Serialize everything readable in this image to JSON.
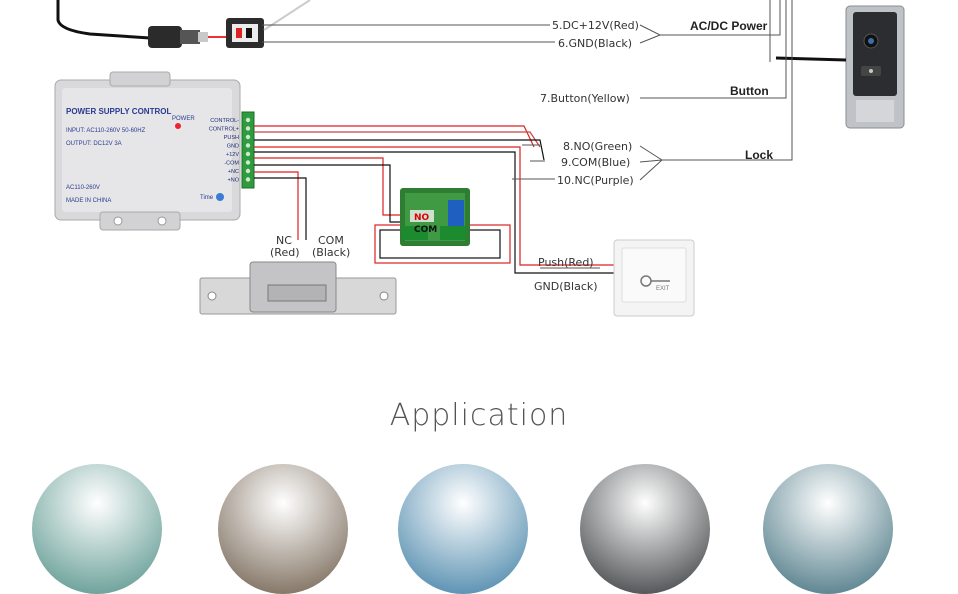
{
  "wiring": {
    "dc12v": "5.DC+12V(Red)",
    "gnd": "6.GND(Black)",
    "button": "7.Button(Yellow)",
    "no": "8.NO(Green)",
    "com": "9.COM(Blue)",
    "nc": "10.NC(Purple)",
    "ac_dc_power": "AC/DC Power",
    "button_group": "Button",
    "lock_group": "Lock",
    "push": "Push(Red)",
    "gnd_black": "GND(Black)",
    "nc_lock": "NC",
    "nc_lock_color": "(Red)",
    "com_lock": "COM",
    "com_lock_color": "(Black)"
  },
  "power_supply": {
    "title": "POWER SUPPLY CONTROL",
    "power_led": "POWER",
    "input": "INPUT: AC110-260V 50-60HZ",
    "output": "OUTPUT: DC12V 3A",
    "ac_range": "AC110-260V",
    "made_in": "MADE IN CHINA",
    "time": "Time",
    "terminals": [
      "CONTROL-",
      "CONTROL+",
      "PUSH",
      "GND",
      "+12V",
      "-COM",
      "+NC",
      "+NO"
    ]
  },
  "relay": {
    "no": "NO",
    "com": "COM"
  },
  "exit_button": {
    "text": "EXIT"
  },
  "section": {
    "title": "Application"
  },
  "thumbnails": [
    {
      "bg": "#4f8f86"
    },
    {
      "bg": "#6b5a47"
    },
    {
      "bg": "#3a7ca3"
    },
    {
      "bg": "#2f3235"
    },
    {
      "bg": "#3c6c7a"
    }
  ]
}
